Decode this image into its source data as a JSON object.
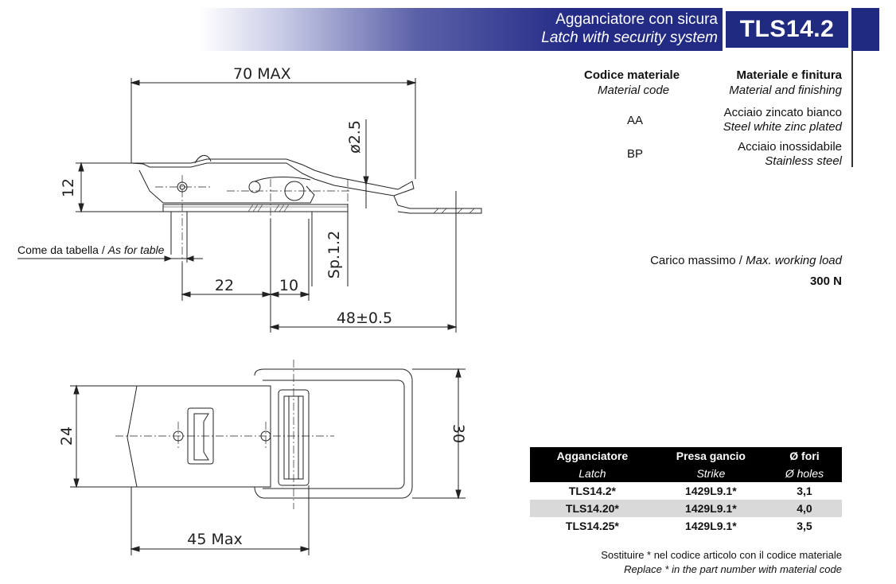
{
  "header": {
    "title_it": "Agganciatore con sicura",
    "title_en": "Latch with security system",
    "code": "TLS14.2"
  },
  "materials": {
    "col1_head": "Codice materiale",
    "col1_sub": "Material code",
    "col2_head": "Materiale e finitura",
    "col2_sub": "Material and finishing",
    "rows": [
      {
        "code": "AA",
        "desc_it": "Acciaio zincato bianco",
        "desc_en": "Steel white zinc plated"
      },
      {
        "code": "BP",
        "desc_it": "Acciaio inossidabile",
        "desc_en": "Stainless steel"
      }
    ]
  },
  "load": {
    "label_it": "Carico massimo / ",
    "label_en": "Max. working load",
    "value": "300 N"
  },
  "drawing": {
    "side_label_it": "Come da tabella / ",
    "side_label_en": "As for table",
    "dims": {
      "width_max": "70 MAX",
      "height": "12",
      "hole": "ø2.5",
      "thickness": "Sp.1.2",
      "d22": "22",
      "d10": "10",
      "d48": "48±0.5",
      "d24": "24",
      "d30": "30",
      "d45": "45 Max"
    }
  },
  "parts": {
    "headers": [
      "Agganciatore",
      "Presa gancio",
      "Ø fori"
    ],
    "subheaders": [
      "Latch",
      "Strike",
      "Ø holes"
    ],
    "rows": [
      [
        "TLS14.2*",
        "1429L9.1*",
        "3,1"
      ],
      [
        "TLS14.20*",
        "1429L9.1*",
        "4,0"
      ],
      [
        "TLS14.25*",
        "1429L9.1*",
        "3,5"
      ]
    ],
    "note_it": "Sostituire * nel codice articolo con il codice materiale",
    "note_en": "Replace * in the part number with material code"
  }
}
